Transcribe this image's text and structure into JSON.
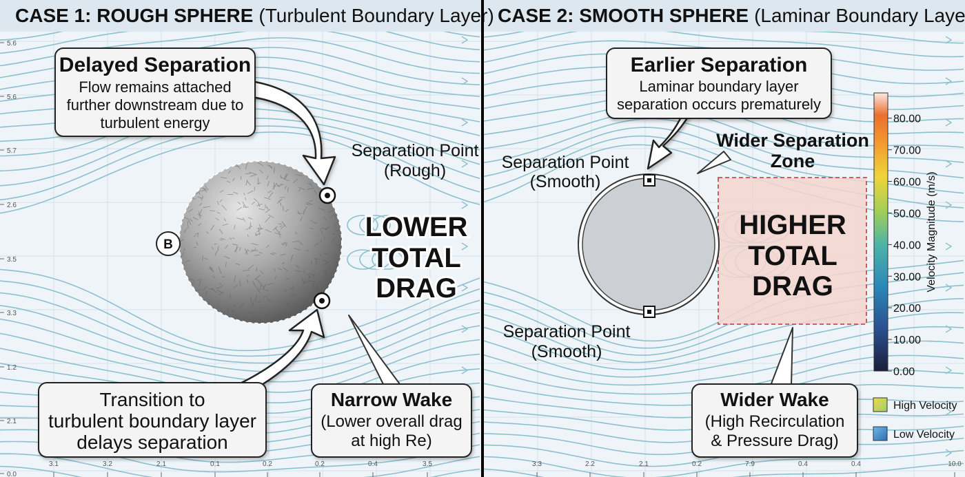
{
  "colors": {
    "panel_bg": "#eef4f8",
    "header_bg": "#dde7ef",
    "streamline": "#8cc0cf",
    "divider": "#000000",
    "wake_box": "#f7d8d2",
    "wake_border": "#c05050"
  },
  "panels": [
    {
      "header_bold": "CASE 1: ROUGH SPHERE",
      "header_normal": "(Turbulent Boundary Layer)",
      "y_ticks": [
        "5.6",
        "5.6",
        "5.7",
        "2.6",
        "3.5",
        "3.3",
        "1.2",
        "2.1",
        "0.0"
      ],
      "x_ticks": [
        "3.1",
        "3.2",
        "2.1",
        "0.1",
        "0.2",
        "0.2",
        "0.4",
        "3.5"
      ],
      "marker_label": "B",
      "callout_top": {
        "title": "Delayed Separation",
        "lines": [
          "Flow remains attached",
          "further downstream due to",
          "turbulent energy"
        ]
      },
      "sep_label": [
        "Separation Point",
        "(Rough)"
      ],
      "drag_text": [
        "LOWER",
        "TOTAL",
        "DRAG"
      ],
      "callout_bottom_left": {
        "lines": [
          "Transition to",
          "turbulent boundary layer",
          "delays separation"
        ]
      },
      "callout_bottom_right": {
        "title": "Narrow Wake",
        "lines": [
          "(Lower overall drag",
          "at high Re)"
        ]
      }
    },
    {
      "header_bold": "CASE 2: SMOOTH SPHERE",
      "header_normal": "(Laminar Boundary Layer)",
      "x_ticks": [
        "3.3",
        "2.2",
        "2.1",
        "0.2",
        "7.9",
        "0.4",
        "0.4",
        "10.0"
      ],
      "callout_top": {
        "title": "Earlier Separation",
        "lines": [
          "Laminar boundary layer",
          "separation occurs prematurely"
        ]
      },
      "sep_top_label": [
        "Separation Point",
        "(Smooth)"
      ],
      "sep_bottom_label": [
        "Separation Point",
        "(Smooth)"
      ],
      "zone_label": [
        "Wider Separation",
        "Zone"
      ],
      "drag_text": [
        "HIGHER",
        "TOTAL",
        "DRAG"
      ],
      "callout_bottom": {
        "title": "Wider Wake",
        "lines": [
          "(High Recirculation",
          "& Pressure Drag)"
        ]
      }
    }
  ],
  "colorbar": {
    "label": "Velocity Magnitude (m/s)",
    "ticks": [
      "80.00",
      "70.00",
      "60.00",
      "50.00",
      "40.00",
      "30.00",
      "20.00",
      "10.00",
      "0.00"
    ],
    "range": [
      0,
      88
    ]
  },
  "legend": [
    {
      "label": "High Velocity",
      "color": "#e6c84a"
    },
    {
      "label": "Low Velocity",
      "color": "#3f8fd0"
    }
  ]
}
